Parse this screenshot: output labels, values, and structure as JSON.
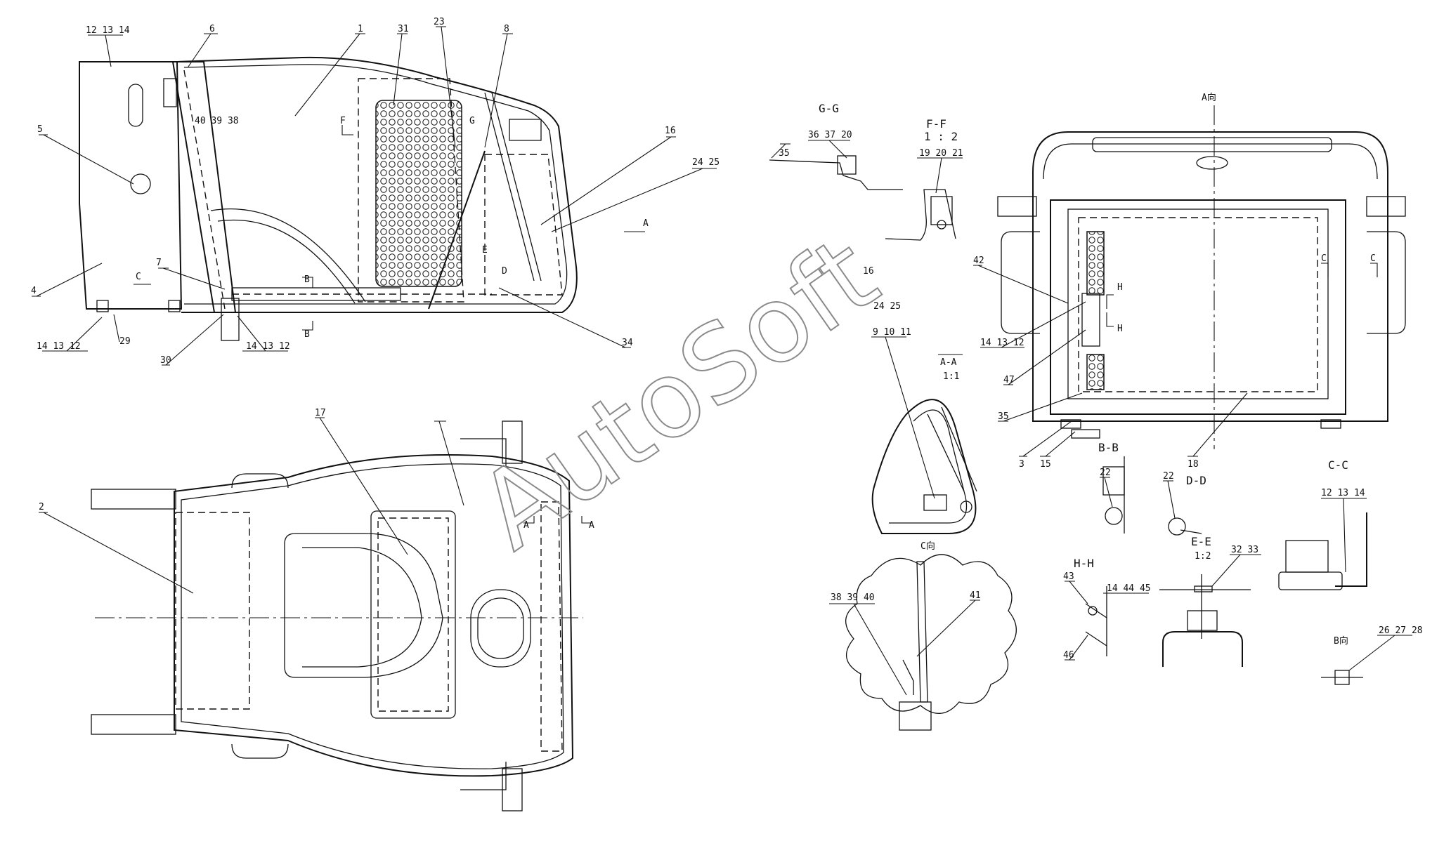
{
  "watermark": "AutoSoft",
  "labels": {
    "l_12_13_14_top": "12 13 14",
    "l_6": "6",
    "l_1": "1",
    "l_31": "31",
    "l_23": "23",
    "l_8": "8",
    "l_5": "5",
    "l_40_39_38": "40 39 38",
    "l_F": "F",
    "l_G_top": "G",
    "l_16_a": "16",
    "l_24_25_a": "24 25",
    "l_A_a": "A",
    "l_4": "4",
    "l_C": "C",
    "l_7": "7",
    "l_B1": "B",
    "l_B2": "B",
    "l_D": "D",
    "l_E": "E",
    "l_14_13_12_a": "14 13 12",
    "l_29": "29",
    "l_30": "30",
    "l_14_13_12_b": "14 13 12",
    "l_34": "34",
    "l_2": "2",
    "l_17": "17",
    "l_A1": "A",
    "l_A2": "A",
    "gg_title": "G-G",
    "gg_36_37_20": "36 37 20",
    "gg_35": "35",
    "ff_title": "F-F",
    "ff_scale": "1 : 2",
    "ff_19_20_21": "19 20 21",
    "l_16_b": "16",
    "l_24_25_b": "24 25",
    "aa_9_10_11": "9 10 11",
    "aa_title": "A-A",
    "aa_scale": "1:1",
    "a_view": "A向",
    "l_42": "42",
    "l_H1": "H",
    "l_H2": "H",
    "l_14_13_12_c": "14 13 12",
    "l_47": "47",
    "l_35_b": "35",
    "l_3": "3",
    "l_15": "15",
    "l_18": "18",
    "l_C_r1": "C",
    "l_C_r2": "C",
    "bb_title": "B-B",
    "bb_22": "22",
    "dd_22": "22",
    "dd_title": "D-D",
    "ee_title": "E-E",
    "ee_scale": "1:2",
    "cc_title": "C-C",
    "cc_12_13_14": "12 13 14",
    "c_view": "C向",
    "c_38_39_40": "38 39 40",
    "c_41": "41",
    "hh_title": "H-H",
    "hh_43": "43",
    "hh_14_44_45": "14 44 45",
    "hh_46": "46",
    "ee_32_33": "32 33",
    "b_view": "B向",
    "b_26_27_28": "26 27 28"
  }
}
